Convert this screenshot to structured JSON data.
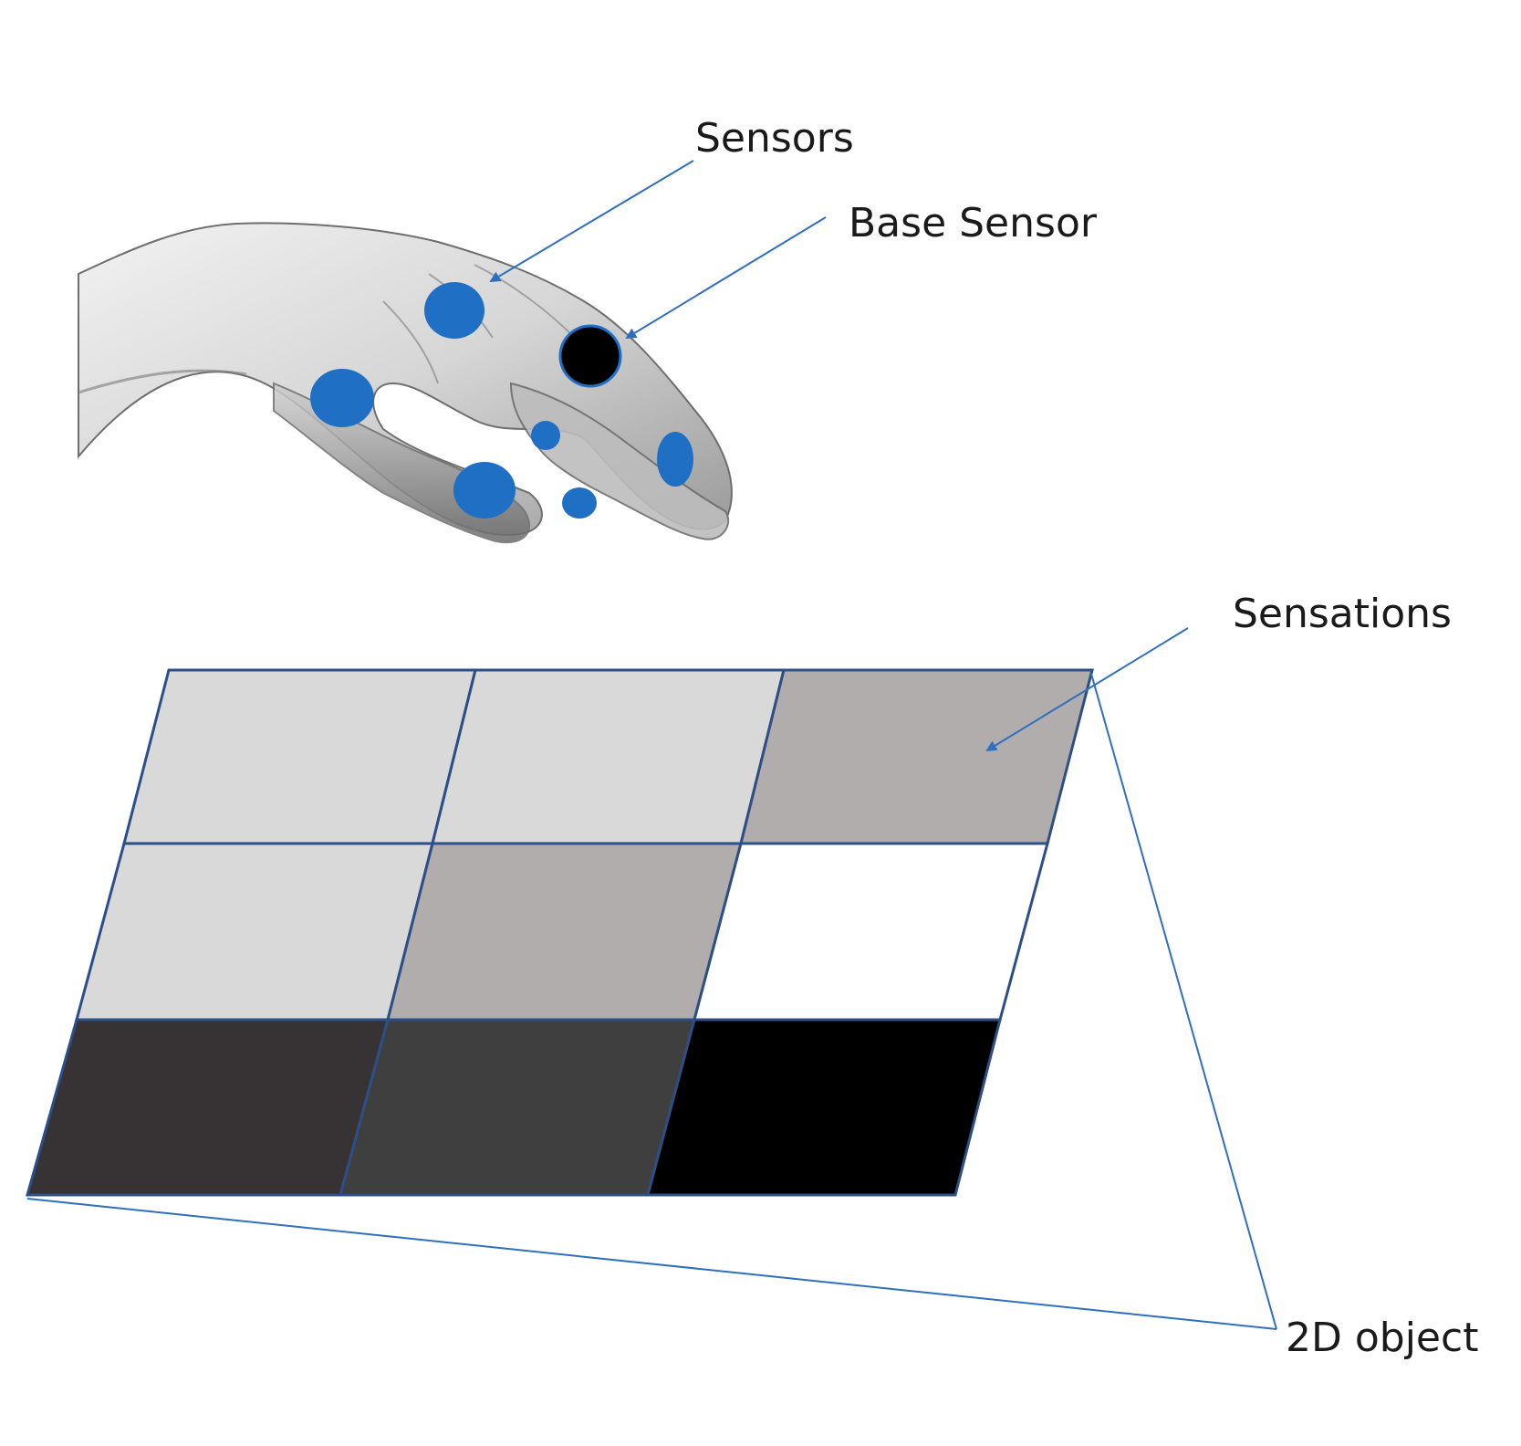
{
  "labels": {
    "sensors": "Sensors",
    "base_sensor": "Base Sensor",
    "sensations": "Sensations",
    "object": "2D object"
  },
  "colors": {
    "annotation_line": "#2f6fbf",
    "sensor_dot": "#1f6fc4",
    "base_sensor_dot": "#000000",
    "grid_border": "#2b4f86"
  },
  "grid": {
    "rows": 3,
    "cols": 3,
    "cells": [
      [
        "#d9d9d9",
        "#d9d9d9",
        "#b1adad"
      ],
      [
        "#d9d9d9",
        "#b1adad",
        "#ffffff"
      ],
      [
        "#373334",
        "#3f3f3f",
        "#000000"
      ]
    ]
  },
  "sensors": {
    "count": 7,
    "base_sensor_count": 1
  }
}
